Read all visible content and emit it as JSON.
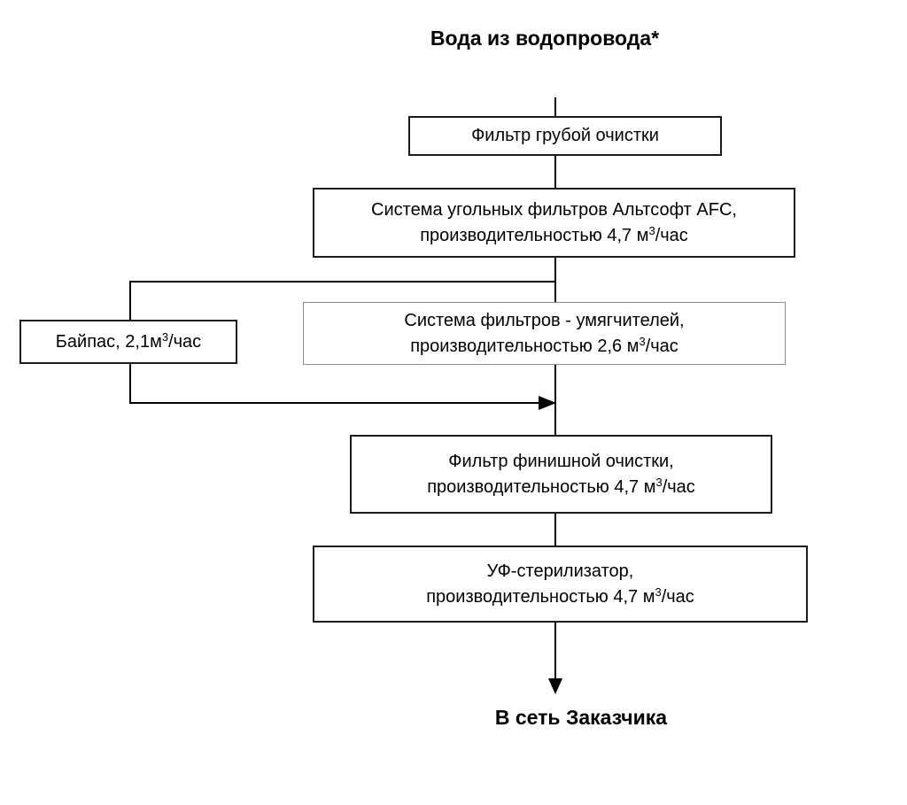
{
  "page": {
    "title": "Вода из водопровода*",
    "outlet_label": "В сеть Заказчика"
  },
  "nodes": {
    "coarse": {
      "label": "Фильтр грубой очистки"
    },
    "carbon": {
      "name": "Система угольных фильтров Альтсофт AFC,",
      "capacity_prefix": "производительностью 4,7 м",
      "capacity_sup": "3",
      "capacity_suffix": "/час"
    },
    "bypass": {
      "prefix": "Байпас, 2,1м",
      "sup": "3",
      "suffix": "/час"
    },
    "softener": {
      "name": "Система фильтров - умягчителей,",
      "capacity_prefix": "производительностью 2,6 м",
      "capacity_sup": "3",
      "capacity_suffix": "/час"
    },
    "finish": {
      "name": "Фильтр финишной очистки,",
      "capacity_prefix": "производительностью 4,7 м",
      "capacity_sup": "3",
      "capacity_suffix": "/час"
    },
    "uv": {
      "name": "УФ-стерилизатор,",
      "capacity_prefix": "производительностью 4,7 м",
      "capacity_sup": "3",
      "capacity_suffix": "/час"
    }
  },
  "colors": {
    "line": "#000000",
    "box_border": "#1c1c1c",
    "softener_border": "#8c8c8c",
    "background": "#ffffff",
    "text": "#000000"
  }
}
